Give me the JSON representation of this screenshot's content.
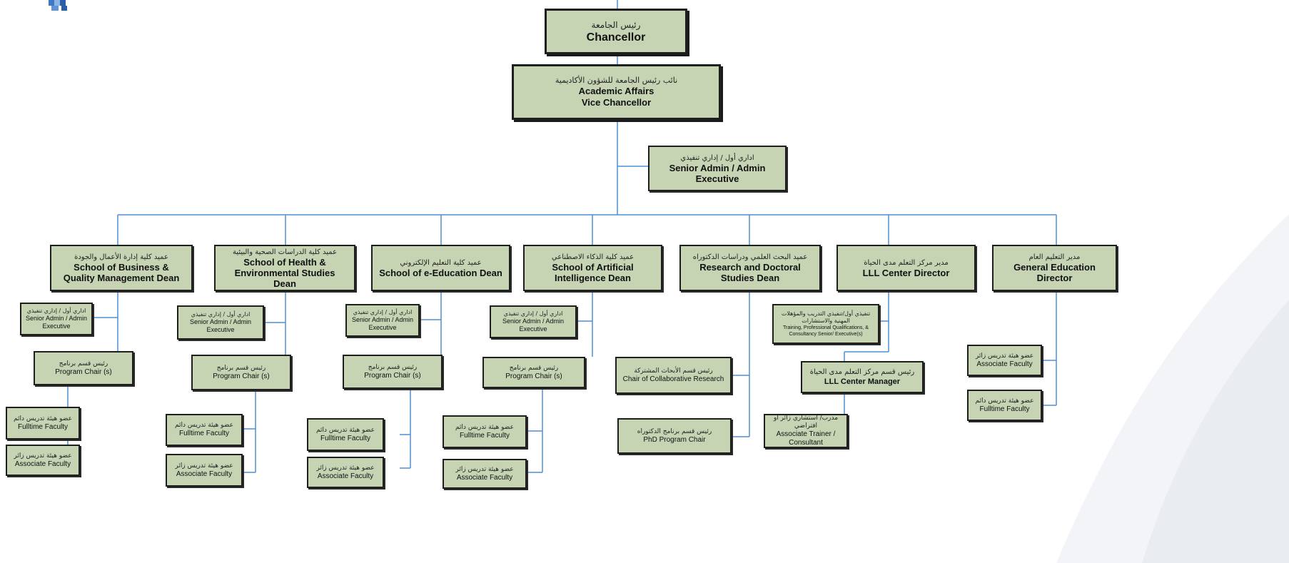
{
  "colors": {
    "box_fill": "#c6d4b4",
    "line": "#4f8fd3",
    "border": "#1e1e1e"
  },
  "logo": {
    "icon": "university-logo-icon"
  },
  "top": {
    "chancellor": {
      "ar": "رئيس الجامعة",
      "en": [
        "Chancellor"
      ]
    },
    "vice": {
      "ar": "نائب رئيس الجامعة للشؤون الأكاديمية",
      "en": [
        "Academic Affairs",
        "Vice Chancellor"
      ]
    },
    "admin": {
      "ar": "اداري أول / إداري تنفيذي",
      "en": [
        "Senior Admin / Admin",
        "Executive"
      ]
    }
  },
  "columns": [
    {
      "dean": {
        "ar": "عميد كلية إدارة الأعمال والجودة",
        "en": [
          "School of Business &",
          "Quality Management Dean"
        ]
      },
      "admin": {
        "ar": "اداري أول / إداري تنفيذي",
        "en": [
          "Senior Admin / Admin",
          "Executive"
        ]
      },
      "chair": {
        "ar": "رئيس قسم برنامج",
        "en": [
          "Program Chair (s)"
        ]
      },
      "fulltime": {
        "ar": "عضو هيئة تدريس دائم",
        "en": [
          "Fulltime Faculty"
        ]
      },
      "associate": {
        "ar": "عضو هيئة تدريس زائر",
        "en": [
          "Associate Faculty"
        ]
      }
    },
    {
      "dean": {
        "ar": "عميد كلية الدراسات الصحية والبيئية",
        "en": [
          "School of Health &",
          "Environmental Studies",
          "Dean"
        ]
      },
      "admin": {
        "ar": "اداري أول / إداري تنفيذي",
        "en": [
          "Senior Admin / Admin",
          "Executive"
        ]
      },
      "chair": {
        "ar": "رئيس قسم برنامج",
        "en": [
          "Program Chair (s)"
        ]
      },
      "fulltime": {
        "ar": "عضو هيئة تدريس دائم",
        "en": [
          "Fulltime Faculty"
        ]
      },
      "associate": {
        "ar": "عضو هيئة تدريس زائر",
        "en": [
          "Associate Faculty"
        ]
      }
    },
    {
      "dean": {
        "ar": "عميد كلية التعليم الإلكتروني",
        "en": [
          "School of e-Education Dean"
        ]
      },
      "admin": {
        "ar": "اداري أول / إداري تنفيذي",
        "en": [
          "Senior Admin / Admin",
          "Executive"
        ]
      },
      "chair": {
        "ar": "رئيس قسم برنامج",
        "en": [
          "Program Chair (s)"
        ]
      },
      "fulltime": {
        "ar": "عضو هيئة تدريس دائم",
        "en": [
          "Fulltime Faculty"
        ]
      },
      "associate": {
        "ar": "عضو هيئة تدريس زائر",
        "en": [
          "Associate Faculty"
        ]
      }
    },
    {
      "dean": {
        "ar": "عميد كلية الذكاء الاصطناعي",
        "en": [
          "School of Artificial",
          "Intelligence Dean"
        ]
      },
      "admin": {
        "ar": "اداري أول / إداري تنفيذي",
        "en": [
          "Senior Admin / Admin",
          "Executive"
        ]
      },
      "chair": {
        "ar": "رئيس قسم برنامج",
        "en": [
          "Program Chair (s)"
        ]
      },
      "fulltime": {
        "ar": "عضو هيئة تدريس دائم",
        "en": [
          "Fulltime Faculty"
        ]
      },
      "associate": {
        "ar": "عضو هيئة تدريس زائر",
        "en": [
          "Associate Faculty"
        ]
      }
    },
    {
      "dean": {
        "ar": "عميد البحث العلمي ودراسات الدكتوراه",
        "en": [
          "Research and Doctoral",
          "Studies Dean"
        ]
      },
      "collab": {
        "ar": "رئيس قسم الأبحاث المشتركة",
        "en": [
          "Chair of Collaborative Research"
        ]
      },
      "phd": {
        "ar": "رئيس قسم برنامج الدكتوراه",
        "en": [
          "PhD Program Chair"
        ]
      }
    },
    {
      "dean": {
        "ar": "مدير مركز التعلم مدى الحياة",
        "en": [
          "LLL Center Director"
        ]
      },
      "training": {
        "ar": "تنفيذي أول/تنفيذي التدريب والمؤهلات المهنية والاستشارات",
        "en": [
          "Training, Professional Qualifications, &",
          "Consultancy Senior/ Executive(s)"
        ]
      },
      "manager": {
        "ar": "رئيس قسم مركز التعلم مدى الحياة",
        "en": [
          "LLL Center Manager"
        ]
      },
      "trainer": {
        "ar": "مدرب/ استشاري زائر أو افتراضي",
        "en": [
          "Associate Trainer /",
          "Consultant"
        ]
      }
    },
    {
      "dean": {
        "ar": "مدير التعليم العام",
        "en": [
          "General Education",
          "Director"
        ]
      },
      "associate": {
        "ar": "عضو هيئة تدريس زائر",
        "en": [
          "Associate Faculty"
        ]
      },
      "fulltime": {
        "ar": "عضو هيئة تدريس دائم",
        "en": [
          "Fulltime Faculty"
        ]
      }
    }
  ]
}
